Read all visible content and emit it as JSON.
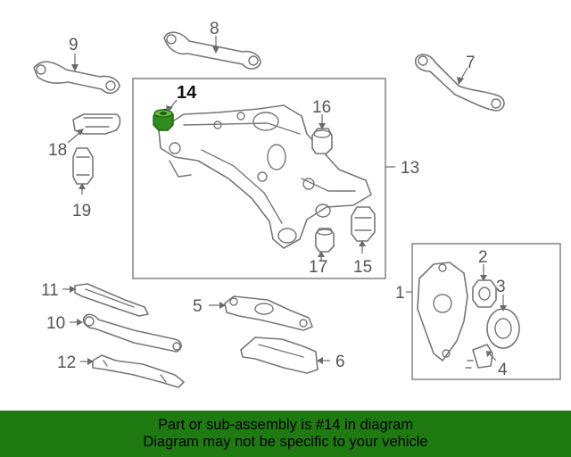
{
  "callouts": {
    "c1": "1",
    "c2": "2",
    "c3": "3",
    "c4": "4",
    "c5": "5",
    "c6": "6",
    "c7": "7",
    "c8": "8",
    "c9": "9",
    "c10": "10",
    "c11": "11",
    "c12": "12",
    "c13": "13",
    "c14": "14",
    "c15": "15",
    "c16": "16",
    "c17": "17",
    "c18": "18",
    "c19": "19"
  },
  "highlight": {
    "part_number": "14",
    "color": "#2e8b1e"
  },
  "colors": {
    "banner_bg": "#1f7a12",
    "line": "#777777"
  },
  "banner": {
    "line1": "Part or sub-assembly is #14 in diagram",
    "line2": "Diagram may not be specific to your vehicle"
  }
}
